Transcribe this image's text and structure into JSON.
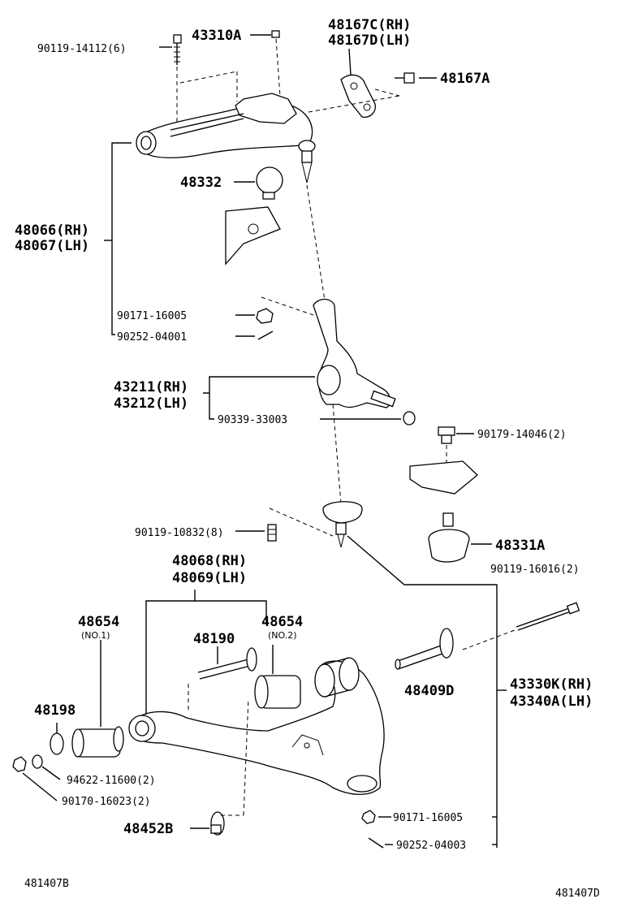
{
  "labels": {
    "p90119_14112": "90119-14112(6)",
    "p43310A": "43310A",
    "p48167C": "48167C(RH)",
    "p48167D": "48167D(LH)",
    "p48167A": "48167A",
    "p48332": "48332",
    "p48066": "48066(RH)",
    "p48067": "48067(LH)",
    "p90171_16005a": "90171-16005",
    "p90252_04001": "90252-04001",
    "p43211": "43211(RH)",
    "p43212": "43212(LH)",
    "p90339_33003": "90339-33003",
    "p90179_14046": "90179-14046(2)",
    "p90119_10832": "90119-10832(8)",
    "p48331A": "48331A",
    "p48068": "48068(RH)",
    "p48069": "48069(LH)",
    "p90119_16016": "90119-16016(2)",
    "p48654a": "48654",
    "p48654a_sub": "(NO.1)",
    "p48654b": "48654",
    "p48654b_sub": "(NO.2)",
    "p48190": "48190",
    "p48409D": "48409D",
    "p43330K": "43330K(RH)",
    "p43340A": "43340A(LH)",
    "p48198": "48198",
    "p94622_11600": "94622-11600(2)",
    "p90170_16023": "90170-16023(2)",
    "p90171_16005b": "90171-16005",
    "p48452B": "48452B",
    "p90252_04003": "90252-04003",
    "code_left": "481407B",
    "code_right": "481407D"
  }
}
